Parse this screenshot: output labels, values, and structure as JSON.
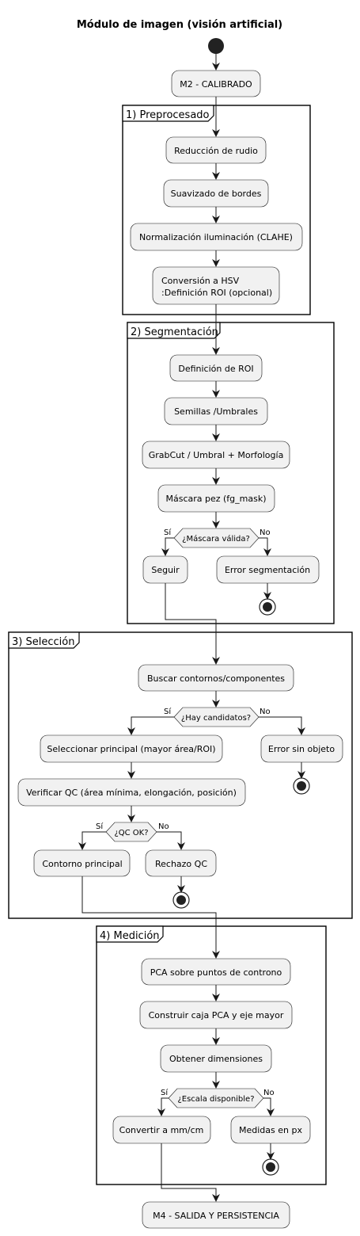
{
  "title": "Módulo de imagen (visión artificial)",
  "start_activity": "M2 - CALIBRADO",
  "end_activity": "M4 - SALIDA Y PERSISTENCIA",
  "partitions": {
    "preprocesado": {
      "title": "1) Preprocesado",
      "steps": [
        "Reducción de rudio",
        "Suavizado de bordes",
        "Normalización iluminación (CLAHE)"
      ],
      "hsv_line1": "Conversión a HSV",
      "hsv_line2": ":Definición ROI (opcional)"
    },
    "segmentacion": {
      "title": "2) Segmentación",
      "steps": [
        "Definición de ROI",
        "Semillas /Umbrales",
        "GrabCut / Umbral + Morfología",
        "Máscara pez (fg_mask)"
      ],
      "decision": "¿Máscara válida?",
      "yes_label": "Sí",
      "no_label": "No",
      "yes_action": "Seguir",
      "no_action": "Error segmentación"
    },
    "seleccion": {
      "title": "3) Selección",
      "search": "Buscar contornos/componentes",
      "decision": "¿Hay candidatos?",
      "yes_label": "Sí",
      "no_label": "No",
      "select": "Seleccionar principal (mayor área/ROI)",
      "no_action": "Error sin objeto",
      "verify": "Verificar QC (área mínima, elongación, posición)",
      "qc_decision": "¿QC OK?",
      "qc_yes_label": "Sí",
      "qc_no_label": "No",
      "qc_yes_action": "Contorno principal",
      "qc_no_action": "Rechazo QC"
    },
    "medicion": {
      "title": "4) Medición",
      "steps": [
        "PCA sobre puntos de controno",
        "Construir caja PCA y eje mayor",
        "Obtener dimensiones"
      ],
      "decision": "¿Escala disponible?",
      "yes_label": "Sí",
      "no_label": "No",
      "yes_action": "Convertir a mm/cm",
      "no_action": "Medidas en px"
    }
  }
}
